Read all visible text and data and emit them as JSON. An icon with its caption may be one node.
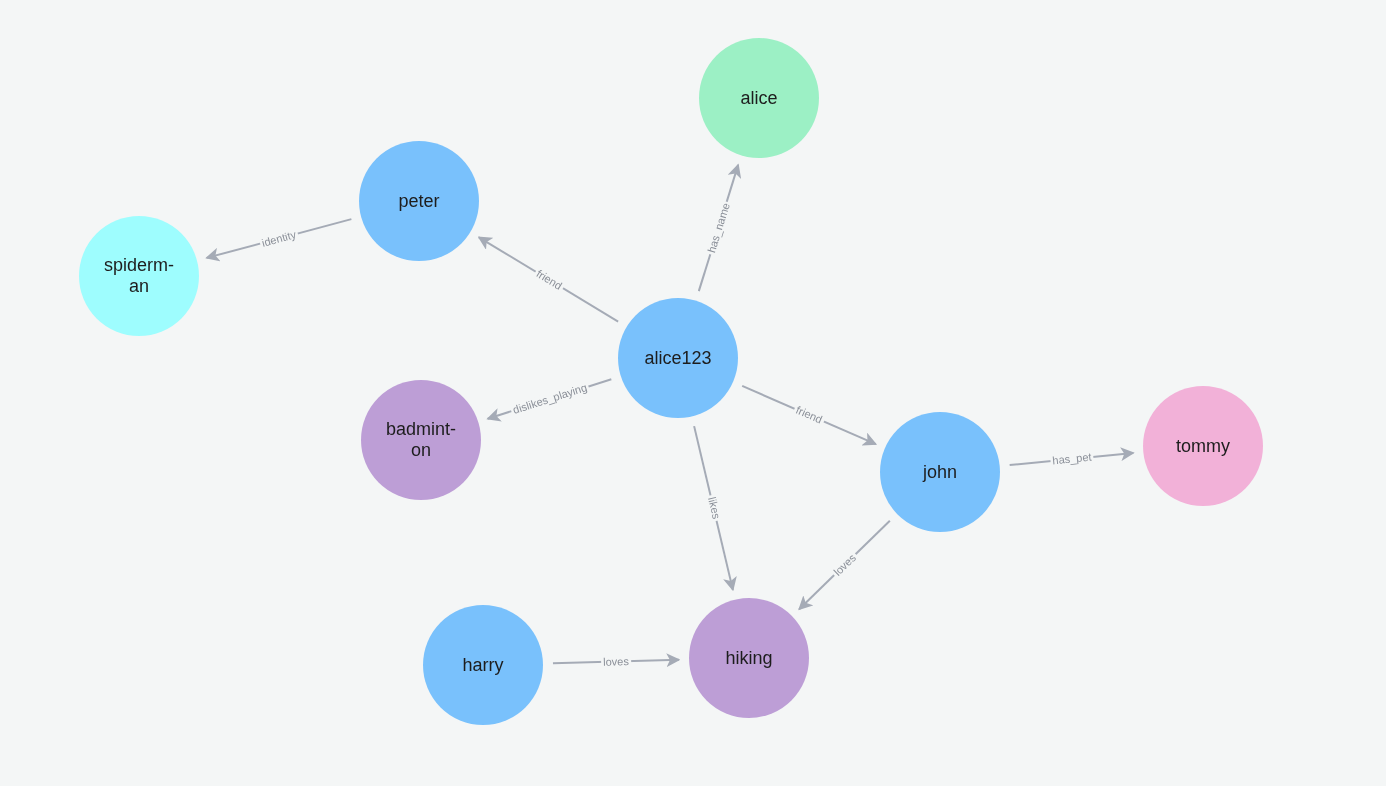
{
  "diagram": {
    "nodes": [
      {
        "text": [
          "alice123"
        ]
      },
      {
        "text": [
          "alice"
        ]
      },
      {
        "text": [
          "peter"
        ]
      },
      {
        "text": [
          "spiderm- an"
        ]
      },
      {
        "text": [
          "badmint- on"
        ]
      },
      {
        "text": [
          "john"
        ]
      },
      {
        "text": [
          "tommy"
        ]
      },
      {
        "text": [
          "hiking"
        ]
      },
      {
        "text": [
          "harry"
        ]
      }
    ],
    "edges": [
      {
        "from": 0,
        "to": 1,
        "arrow": "to",
        "label": "has_name"
      },
      {
        "from": 0,
        "to": 2,
        "arrow": "to",
        "label": "friend"
      },
      {
        "from": 2,
        "to": 3,
        "arrow": "to",
        "label": "identity"
      },
      {
        "from": 0,
        "to": 4,
        "arrow": "to",
        "label": "dislikes_playing"
      },
      {
        "from": 0,
        "to": 5,
        "arrow": "to",
        "label": "friend"
      },
      {
        "from": 5,
        "to": 6,
        "arrow": "to",
        "label": "has_pet"
      },
      {
        "from": 0,
        "to": 7,
        "arrow": "to",
        "label": "likes"
      },
      {
        "from": 5,
        "to": 7,
        "arrow": "to",
        "label": "loves"
      },
      {
        "from": 8,
        "to": 7,
        "arrow": "to",
        "label": "loves"
      }
    ]
  }
}
